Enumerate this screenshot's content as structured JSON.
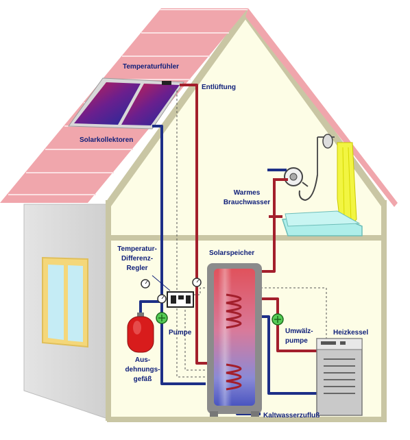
{
  "labels": {
    "temperature_sensor": "Temperaturfühler",
    "vent": "Entlüftung",
    "solar_collectors": "Solarkollektoren",
    "warm_water_1": "Warmes",
    "warm_water_2": "Brauchwasser",
    "controller_1": "Temperatur-",
    "controller_2": "Differenz-",
    "controller_3": "Regler",
    "solar_storage": "Solarspeicher",
    "pump": "Pumpe",
    "circulation_pump_1": "Umwälz-",
    "circulation_pump_2": "pumpe",
    "boiler": "Heizkessel",
    "expansion_vessel_1": "Aus-",
    "expansion_vessel_2": "dehnungs-",
    "expansion_vessel_3": "gefäß",
    "cold_water_inlet": "Kaltwasserzufluß"
  },
  "colors": {
    "roof": "#f0a6ac",
    "roof_lines": "#fbe0e2",
    "wall": "#fdfde6",
    "house_outline": "#c9c6a4",
    "side_wall": "#d9d9d9",
    "window_frame": "#f4d77a",
    "window_glass": "#c5ecf5",
    "hot_pipe": "#a31f2c",
    "cold_pipe": "#1d2f87",
    "label_text": "#10207a",
    "tank_outer": "#8b8b8b",
    "collector_frame": "#d8d8d8",
    "shower_curtain": "#f2f542",
    "bathtub": "#aeeeea"
  },
  "icons": [
    "solar-collector-icon",
    "shower-icon",
    "bathtub-icon",
    "storage-tank-icon",
    "pump-icon",
    "expansion-vessel-icon",
    "boiler-icon",
    "controller-icon",
    "gauge-icon"
  ]
}
